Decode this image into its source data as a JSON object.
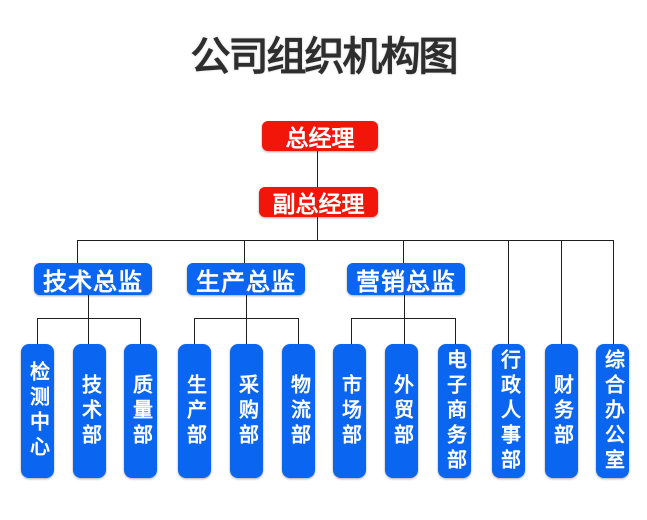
{
  "page": {
    "title": "公司组织机构图",
    "background": "#ffffff"
  },
  "colors": {
    "executive_box": "#f2150a",
    "department_box": "#0a66f0",
    "box_text": "#ffffff",
    "connector_line": "#1f1f1f",
    "title_text": "#2e2e2e"
  },
  "org_chart": {
    "general_manager": "总经理",
    "deputy_general_manager": "副总经理",
    "directors": [
      {
        "label": "技术总监",
        "departments": [
          "检测中心",
          "技术部",
          "质量部"
        ]
      },
      {
        "label": "生产总监",
        "departments": [
          "生产部",
          "采购部",
          "物流部"
        ]
      },
      {
        "label": "营销总监",
        "departments": [
          "市场部",
          "外贸部",
          "电子商务部"
        ]
      }
    ],
    "direct_departments": [
      "行政人事部",
      "财务部",
      "综合办公室"
    ]
  }
}
